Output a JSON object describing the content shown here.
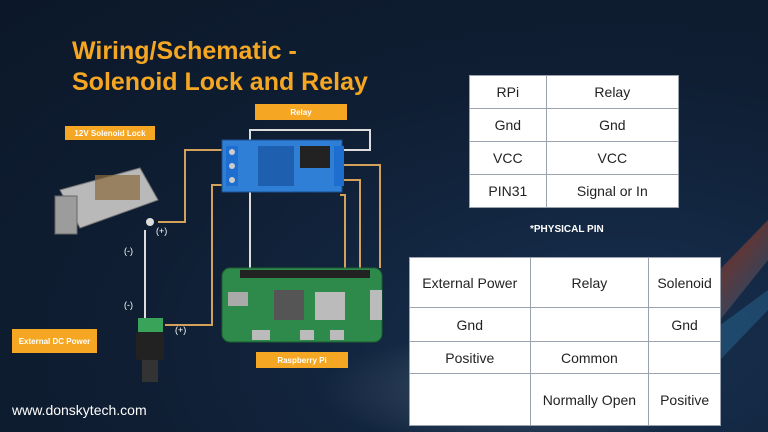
{
  "title": {
    "line1": "Wiring/Schematic -",
    "line2": "Solenoid Lock and Relay"
  },
  "labels": {
    "relay": "Relay",
    "solenoid": "12V Solenoid Lock",
    "power": "External DC Power",
    "pi": "Raspberry Pi"
  },
  "polarity": {
    "plus_top": "(+)",
    "minus_top": "(-)",
    "minus_bottom": "(-)",
    "plus_bottom": "(+)"
  },
  "table1": {
    "rows": [
      [
        "RPi",
        "Relay"
      ],
      [
        "Gnd",
        "Gnd"
      ],
      [
        "VCC",
        "VCC"
      ],
      [
        "PIN31",
        "Signal or In"
      ]
    ]
  },
  "note": "*PHYSICAL PIN",
  "table2": {
    "rows": [
      [
        "External Power",
        "Relay",
        "Solenoid"
      ],
      [
        "Gnd",
        "",
        "Gnd"
      ],
      [
        "Positive",
        "Common",
        ""
      ],
      [
        "",
        "Normally Open",
        "Positive"
      ]
    ]
  },
  "footer": "www.donskytech.com",
  "colors": {
    "accent": "#f5a623",
    "background": "#0f1e33",
    "wire_orange": "#d4a15a",
    "relay_blue": "#2f7fd6",
    "pi_green": "#2e8a4a"
  }
}
